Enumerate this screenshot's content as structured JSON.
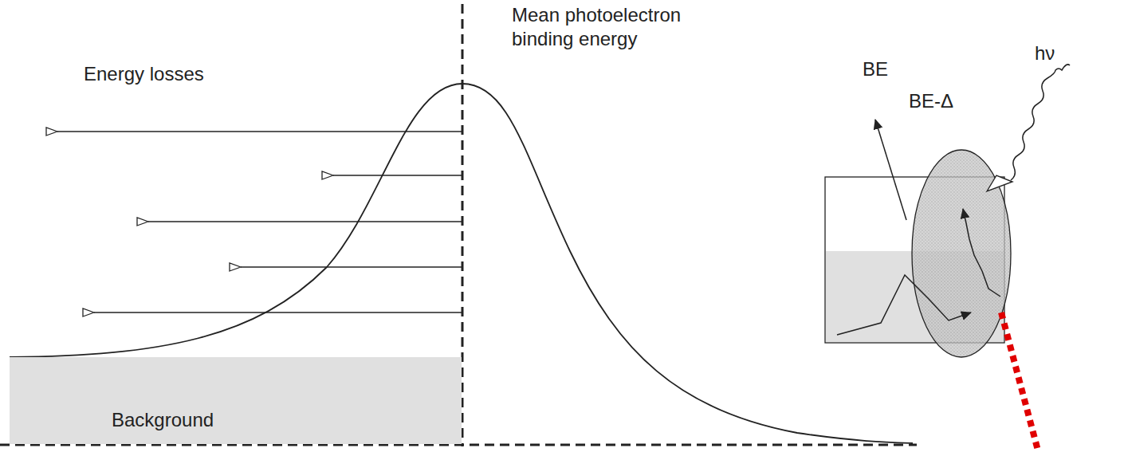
{
  "diagram": {
    "nodes": [
      {
        "text": [
          "Background"
        ]
      }
    ],
    "labels": [
      "Energy losses",
      "Mean photoelectron binding energy",
      "BE",
      "BE-Δ",
      "hν"
    ]
  }
}
